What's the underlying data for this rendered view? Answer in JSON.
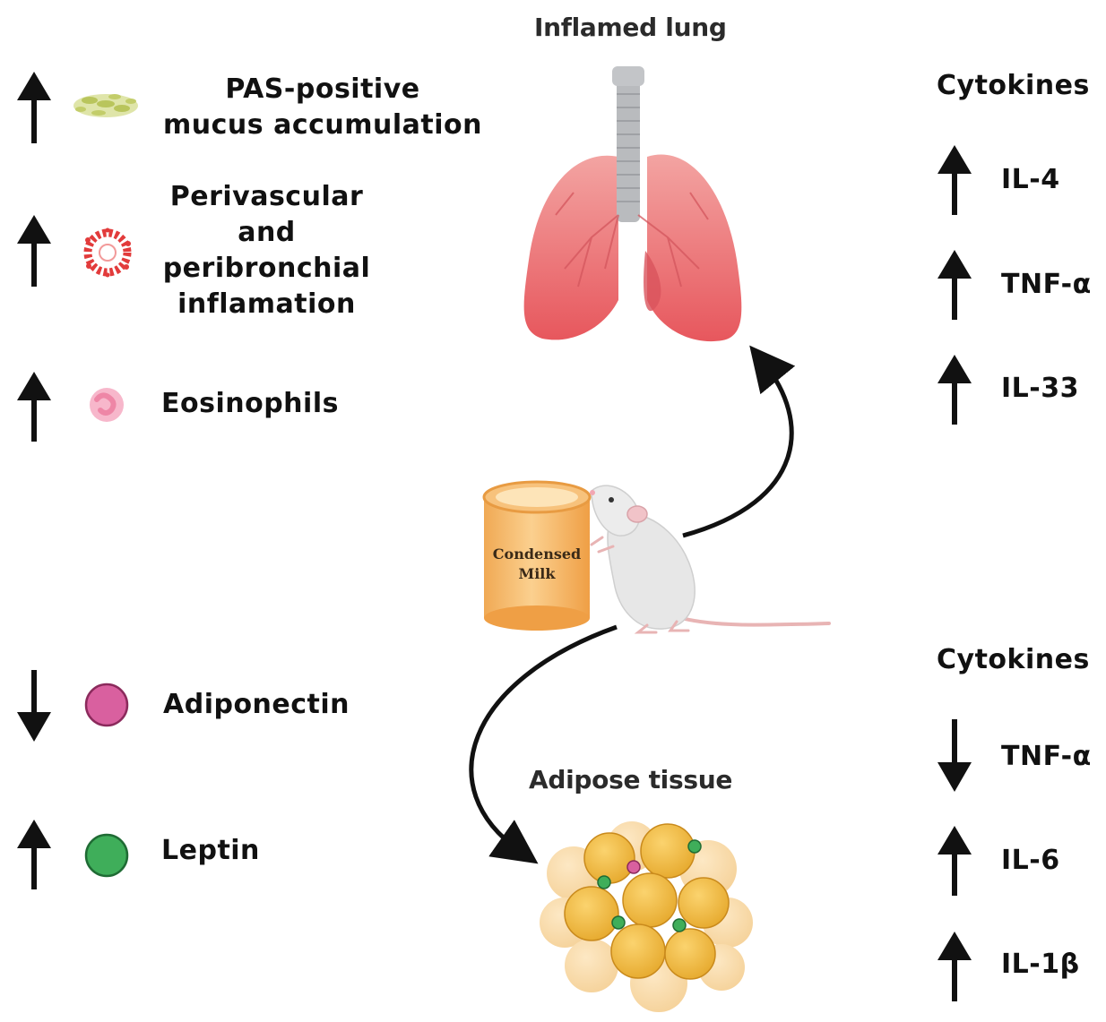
{
  "lung_title": "Inflamed lung",
  "adipose_title": "Adipose tissue",
  "can_label": [
    "Condensed",
    "Milk"
  ],
  "left_effects": [
    {
      "direction": "up",
      "icon": "mucus-icon",
      "label": "PAS-positive\nmucus accumulation"
    },
    {
      "direction": "up",
      "icon": "inflammation-icon",
      "label": "Perivascular\nand\nperibronchial\ninflamation"
    },
    {
      "direction": "up",
      "icon": "eosinophil-icon",
      "label": "Eosinophils"
    },
    {
      "direction": "down",
      "icon": "adiponectin-icon",
      "label": "Adiponectin"
    },
    {
      "direction": "up",
      "icon": "leptin-icon",
      "label": "Leptin"
    }
  ],
  "lung_cytokines": {
    "heading": "Cytokines",
    "items": [
      {
        "direction": "up",
        "label": "IL-4"
      },
      {
        "direction": "up",
        "label": "TNF-α"
      },
      {
        "direction": "up",
        "label": "IL-33"
      }
    ]
  },
  "adipose_cytokines": {
    "heading": "Cytokines",
    "items": [
      {
        "direction": "down",
        "label": "TNF-α"
      },
      {
        "direction": "up",
        "label": "IL-6"
      },
      {
        "direction": "up",
        "label": "IL-1β"
      }
    ]
  },
  "colors": {
    "lung": "#e8656a",
    "trachea": "#b9bbbe",
    "can": "#f5b766",
    "adipocyte": "#f2c14e",
    "adiponectin": "#d9609f",
    "leptin": "#3fae5a",
    "mucus": "#c8d27a",
    "inflammation": "#e23b3b",
    "eosinophil": "#f4a6bf"
  }
}
